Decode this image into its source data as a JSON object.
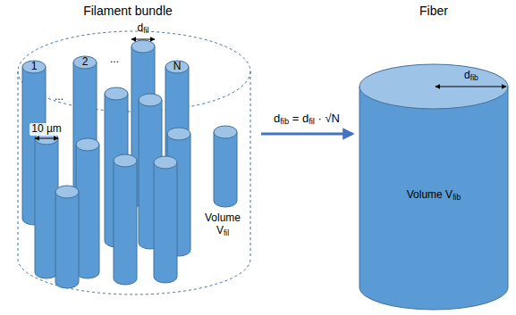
{
  "diagram": {
    "nodes": [
      {
        "text": [
          "Filament bundle",
          "Volume Vfil"
        ]
      },
      {
        "text": [
          "Fiber",
          "Volume Vfib"
        ]
      }
    ],
    "edges": [
      {
        "from": 0,
        "to": 1,
        "arrow": "to",
        "label": "dfib = dfil · √N"
      }
    ],
    "labels": [
      "1",
      "2",
      "...",
      "N",
      "...",
      "10 µm",
      "dfil",
      "dfib"
    ]
  }
}
